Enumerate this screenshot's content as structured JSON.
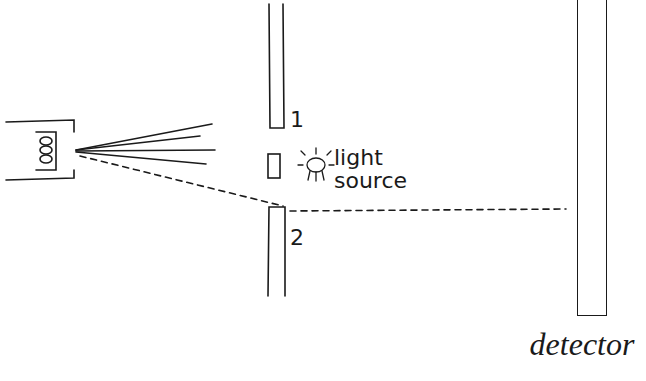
{
  "diagram": {
    "nodes": [
      {
        "text": [
          "detector"
        ]
      }
    ],
    "labels": [
      "1",
      "2",
      "light source"
    ]
  }
}
